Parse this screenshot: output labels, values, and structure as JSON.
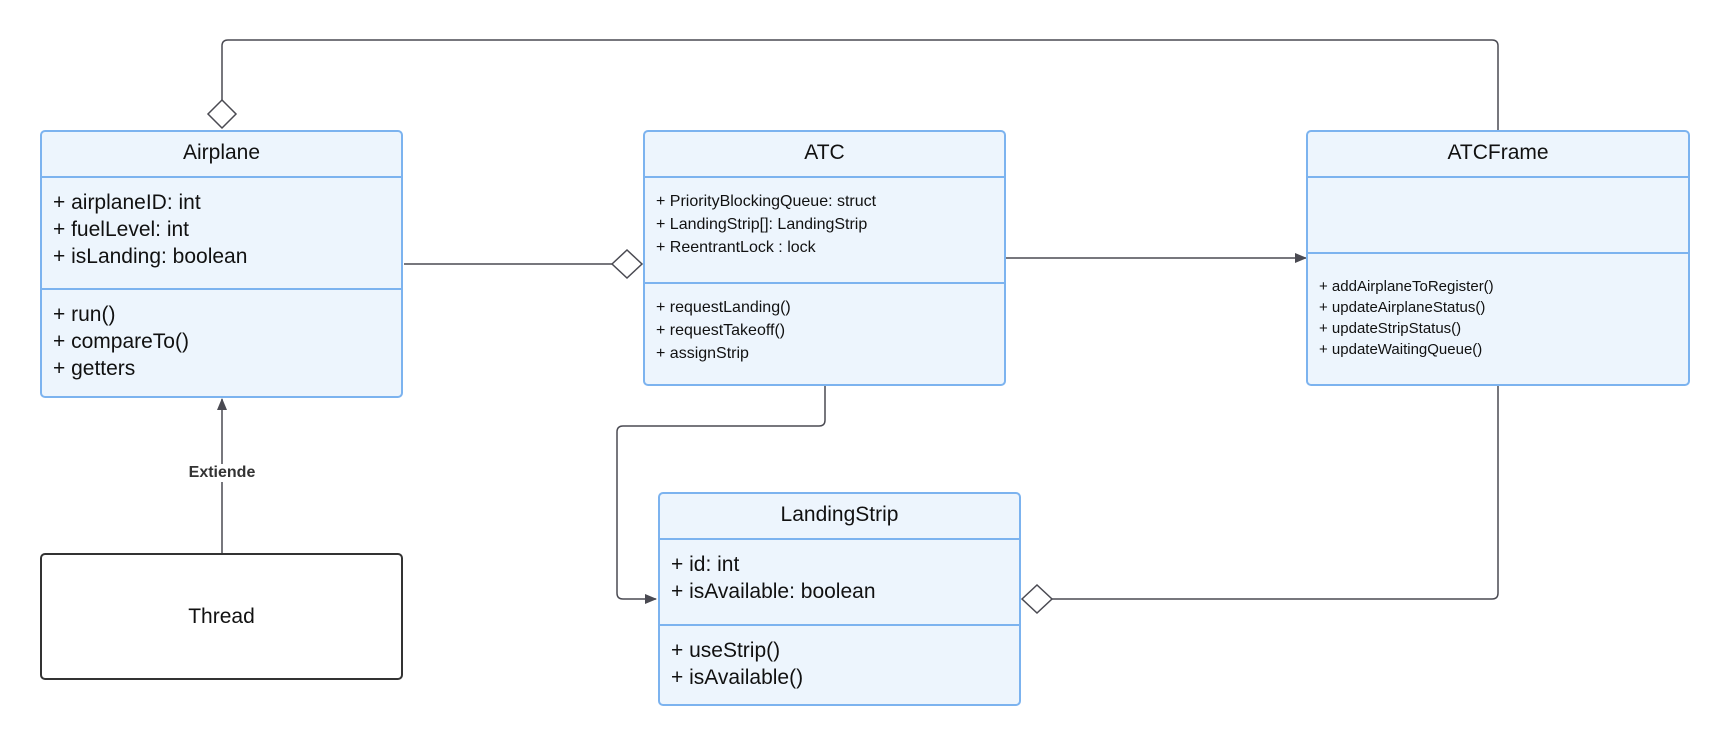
{
  "classes": {
    "airplane": {
      "name": "Airplane",
      "attributes": [
        "+ airplaneID: int",
        "+ fuelLevel: int",
        "+ isLanding: boolean"
      ],
      "methods": [
        "+ run()",
        "+ compareTo()",
        "+ getters"
      ]
    },
    "atc": {
      "name": "ATC",
      "attributes": [
        "+ PriorityBlockingQueue: struct",
        "+ LandingStrip[]: LandingStrip",
        "+ ReentrantLock : lock"
      ],
      "methods": [
        "+ requestLanding()",
        "+ requestTakeoff()",
        "+ assignStrip"
      ]
    },
    "atcframe": {
      "name": "ATCFrame",
      "attributes": [],
      "methods": [
        "+ addAirplaneToRegister()",
        "+ updateAirplaneStatus()",
        "+ updateStripStatus()",
        "+ updateWaitingQueue()"
      ]
    },
    "landingstrip": {
      "name": "LandingStrip",
      "attributes": [
        "+ id: int",
        "+ isAvailable: boolean"
      ],
      "methods": [
        "+ useStrip()",
        "+ isAvailable()"
      ]
    },
    "thread": {
      "name": "Thread"
    }
  },
  "relations": {
    "extends_label": "Extiende"
  },
  "colors": {
    "class_border": "#7cb3ef",
    "class_fill": "#edf5fd",
    "line": "#4a4a52",
    "thread_border": "#333333"
  }
}
